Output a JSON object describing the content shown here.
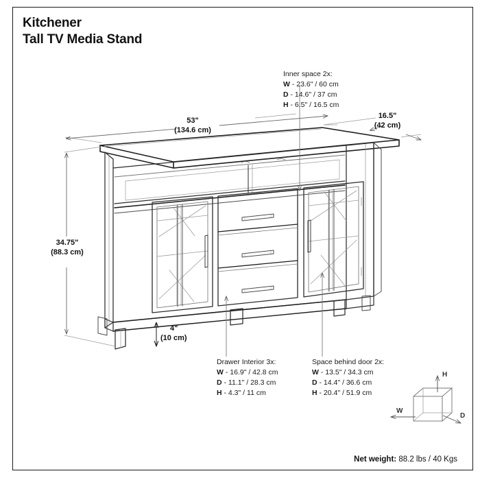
{
  "document": {
    "product_name": "Kitchener",
    "product_subtitle": "Tall TV Media Stand"
  },
  "dimensions": {
    "width": {
      "imperial": "53\"",
      "metric": "(134.6 cm)"
    },
    "depth": {
      "imperial": "16.5\"",
      "metric": "(42 cm)"
    },
    "height": {
      "imperial": "34.75\"",
      "metric": "(88.3 cm)"
    },
    "leg_clearance": {
      "imperial": "4\"",
      "metric": "(10 cm)"
    }
  },
  "callouts": {
    "inner_space": {
      "title": "Inner space 2x:",
      "rows": [
        {
          "axis": "W",
          "value": "- 23.6\" / 60 cm"
        },
        {
          "axis": "D",
          "value": "- 14.6\" / 37 cm"
        },
        {
          "axis": "H",
          "value": "-  6.5\" / 16.5 cm"
        }
      ]
    },
    "drawer_interior": {
      "title": "Drawer Interior 3x:",
      "rows": [
        {
          "axis": "W",
          "value": "- 16.9\" / 42.8 cm"
        },
        {
          "axis": "D",
          "value": "- 11.1\" / 28.3 cm"
        },
        {
          "axis": "H",
          "value": "- 4.3\" / 11 cm"
        }
      ]
    },
    "space_behind_door": {
      "title": "Space behind door 2x:",
      "rows": [
        {
          "axis": "W",
          "value": "- 13.5\" / 34.3 cm"
        },
        {
          "axis": "D",
          "value": "- 14.4\" / 36.6 cm"
        },
        {
          "axis": "H",
          "value": "- 20.4\" / 51.9 cm"
        }
      ]
    }
  },
  "legend": {
    "width_axis": "W",
    "depth_axis": "D",
    "height_axis": "H"
  },
  "footer": {
    "net_weight_label": "Net weight:",
    "net_weight_value": "88.2 lbs / 40 Kgs"
  },
  "colors": {
    "ink": "#1a1a1a",
    "line": "#3a3a3a",
    "thin": "#8a8a8a",
    "background": "#ffffff"
  }
}
